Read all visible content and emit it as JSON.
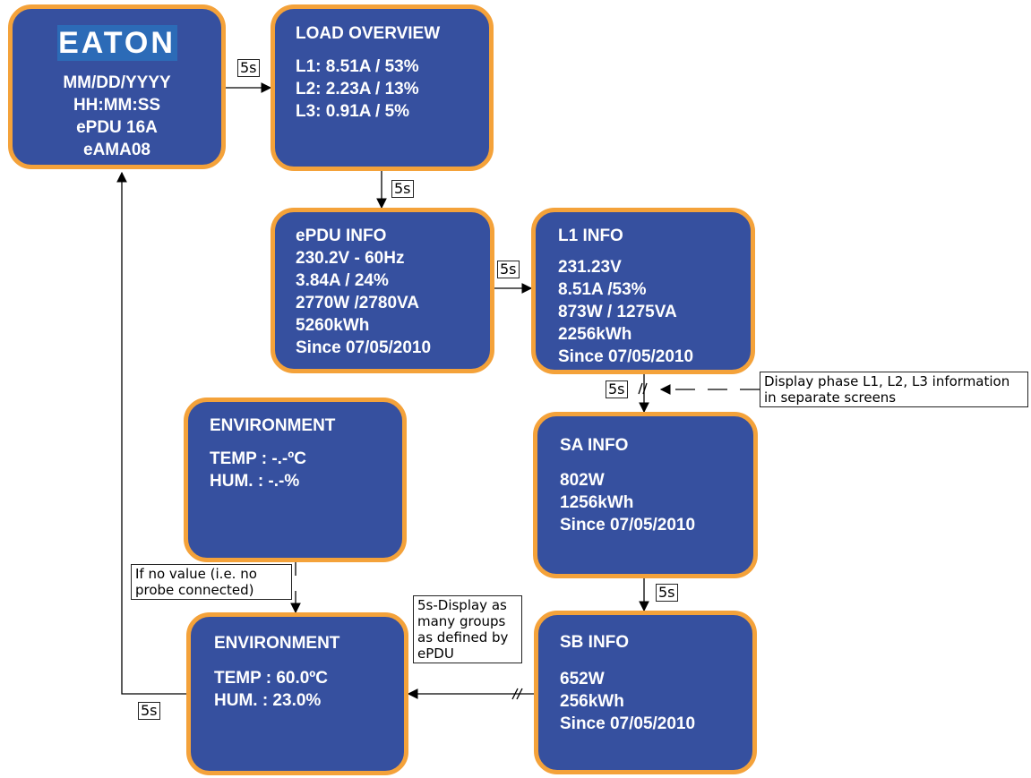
{
  "brand": {
    "logo_text": "EATON"
  },
  "screens": {
    "home": {
      "lines": [
        "MM/DD/YYYY",
        "HH:MM:SS",
        "ePDU 16A",
        "eAMA08"
      ]
    },
    "load_overview": {
      "title": "LOAD OVERVIEW",
      "lines": [
        "L1: 8.51A / 53%",
        "L2: 2.23A / 13%",
        "L3: 0.91A / 5%"
      ]
    },
    "epdu_info": {
      "title": "ePDU INFO",
      "lines": [
        "230.2V - 60Hz",
        "3.84A / 24%",
        "2770W /2780VA",
        "5260kWh",
        "Since 07/05/2010"
      ]
    },
    "l1_info": {
      "title": "L1 INFO",
      "lines": [
        "231.23V",
        "8.51A /53%",
        "873W / 1275VA",
        "2256kWh",
        "Since 07/05/2010"
      ]
    },
    "environment_empty": {
      "title": "ENVIRONMENT",
      "lines": [
        "TEMP : -.-ºC",
        "HUM. : -.-%"
      ]
    },
    "sa_info": {
      "title": "SA INFO",
      "lines": [
        "802W",
        "1256kWh",
        "Since 07/05/2010"
      ]
    },
    "environment": {
      "title": "ENVIRONMENT",
      "lines": [
        "TEMP : 60.0ºC",
        "HUM. : 23.0%"
      ]
    },
    "sb_info": {
      "title": "SB INFO",
      "lines": [
        "652W",
        "256kWh",
        "Since 07/05/2010"
      ]
    }
  },
  "timing": {
    "label": "5s"
  },
  "notes": {
    "phase_display": [
      "Display phase L1, L2, L3",
      "information in separate screens"
    ],
    "no_value": [
      "If no value (i.e. no",
      "probe connected)"
    ],
    "groups": [
      "5s-Display as",
      "many groups",
      "as defined",
      "by ePDU"
    ]
  },
  "colors": {
    "screen_fill": "#36509f",
    "screen_border": "#f4a23a",
    "logo_fill": "#2c6bb7"
  }
}
